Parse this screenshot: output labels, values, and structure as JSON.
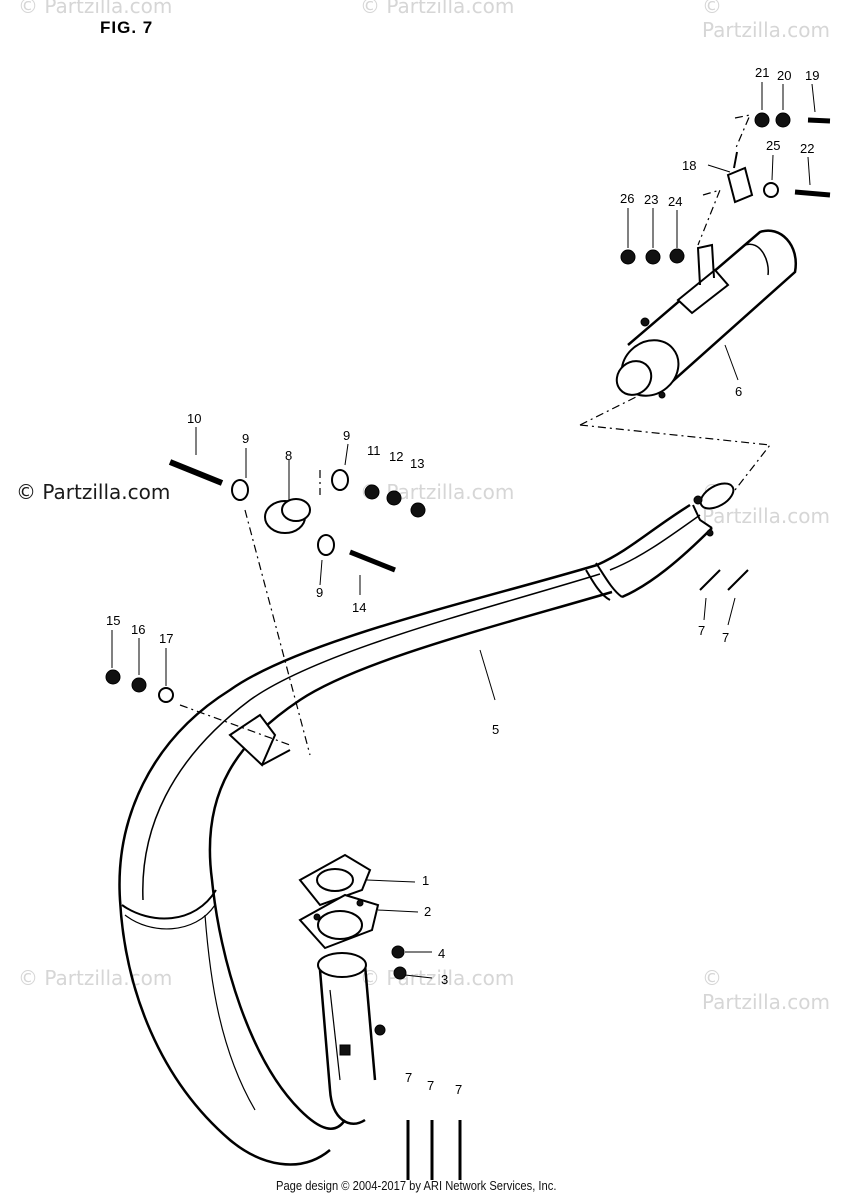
{
  "figure_title": "FIG. 7",
  "watermarks": {
    "top_left": "© Partzilla.com",
    "top_center": "© Partzilla.com",
    "top_right": "© Partzilla.com",
    "mid_left": "© Partzilla.com",
    "mid_center": "© Partzilla.com",
    "mid_right": "© Partzilla.com",
    "bottom_left": "© Partzilla.com",
    "bottom_center": "© Partzilla.com",
    "bottom_right": "© Partzilla.com"
  },
  "footer_text": "Page design © 2004-2017 by ARI Network Services, Inc.",
  "callouts": {
    "c1": "1",
    "c2": "2",
    "c3": "3",
    "c4": "4",
    "c5": "5",
    "c6": "6",
    "c7a": "7",
    "c7b": "7",
    "c7c": "7",
    "c7d": "7",
    "c7e": "7",
    "c8": "8",
    "c9a": "9",
    "c9b": "9",
    "c9c": "9",
    "c10": "10",
    "c11": "11",
    "c12": "12",
    "c13": "13",
    "c14": "14",
    "c15": "15",
    "c16": "16",
    "c17": "17",
    "c18": "18",
    "c19": "19",
    "c20": "20",
    "c21": "21",
    "c22": "22",
    "c23": "23",
    "c24": "24",
    "c25": "25",
    "c26": "26"
  },
  "colors": {
    "ink": "#000000",
    "watermark": "#d6d6d6"
  }
}
